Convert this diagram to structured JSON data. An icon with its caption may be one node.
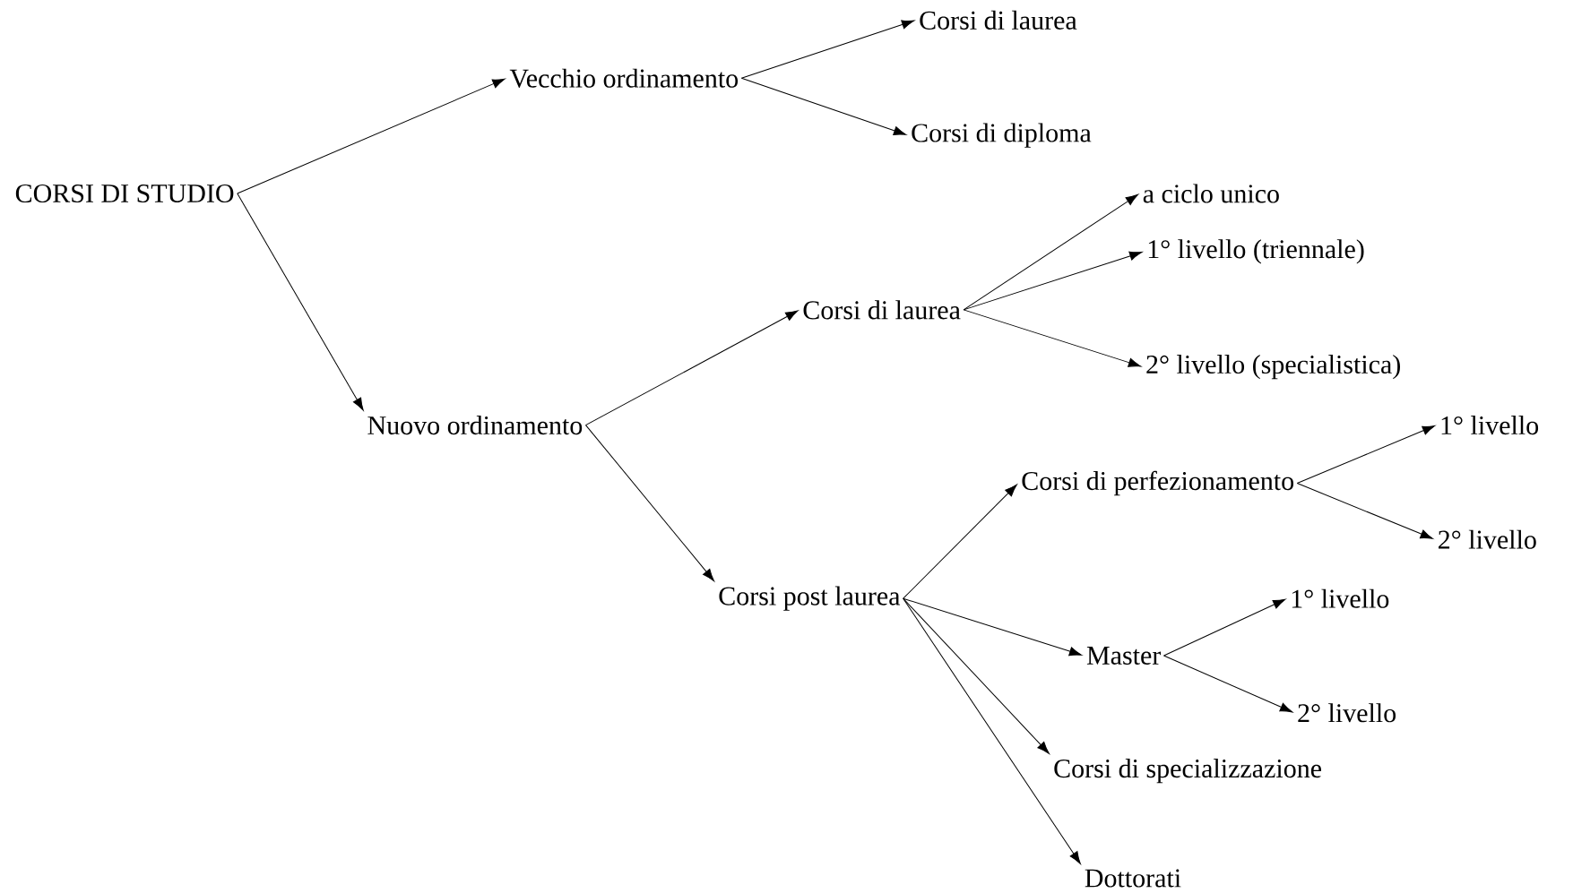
{
  "diagram": {
    "nodes": [
      {
        "text": [
          "CORSI DI STUDIO"
        ]
      },
      {
        "text": [
          "Vecchio ordinamento"
        ]
      },
      {
        "text": [
          "Corsi di laurea"
        ]
      },
      {
        "text": [
          "Corsi di diploma"
        ]
      },
      {
        "text": [
          "Nuovo ordinamento"
        ]
      },
      {
        "text": [
          "Corsi di laurea"
        ]
      },
      {
        "text": [
          "a ciclo unico"
        ]
      },
      {
        "text": [
          "1° livello (triennale)"
        ]
      },
      {
        "text": [
          "2° livello (specialistica)"
        ]
      },
      {
        "text": [
          "Corsi post laurea"
        ]
      },
      {
        "text": [
          "Corsi di perfezionamento"
        ]
      },
      {
        "text": [
          "1° livello"
        ]
      },
      {
        "text": [
          "2° livello"
        ]
      },
      {
        "text": [
          "Master"
        ]
      },
      {
        "text": [
          "1° livello"
        ]
      },
      {
        "text": [
          "2° livello"
        ]
      },
      {
        "text": [
          "Corsi di specializzazione"
        ]
      },
      {
        "text": [
          "Dottorati"
        ]
      }
    ],
    "edges": [
      {
        "from": 0,
        "to": 1,
        "arrow": "to"
      },
      {
        "from": 0,
        "to": 4,
        "arrow": "to"
      },
      {
        "from": 1,
        "to": 2,
        "arrow": "to"
      },
      {
        "from": 1,
        "to": 3,
        "arrow": "to"
      },
      {
        "from": 4,
        "to": 5,
        "arrow": "to"
      },
      {
        "from": 4,
        "to": 9,
        "arrow": "to"
      },
      {
        "from": 5,
        "to": 6,
        "arrow": "to"
      },
      {
        "from": 5,
        "to": 7,
        "arrow": "to"
      },
      {
        "from": 5,
        "to": 8,
        "arrow": "to"
      },
      {
        "from": 9,
        "to": 10,
        "arrow": "to"
      },
      {
        "from": 9,
        "to": 13,
        "arrow": "to"
      },
      {
        "from": 9,
        "to": 16,
        "arrow": "to"
      },
      {
        "from": 9,
        "to": 17,
        "arrow": "to"
      },
      {
        "from": 10,
        "to": 11,
        "arrow": "to"
      },
      {
        "from": 10,
        "to": 12,
        "arrow": "to"
      },
      {
        "from": 13,
        "to": 14,
        "arrow": "to"
      },
      {
        "from": 13,
        "to": 15,
        "arrow": "to"
      }
    ]
  }
}
